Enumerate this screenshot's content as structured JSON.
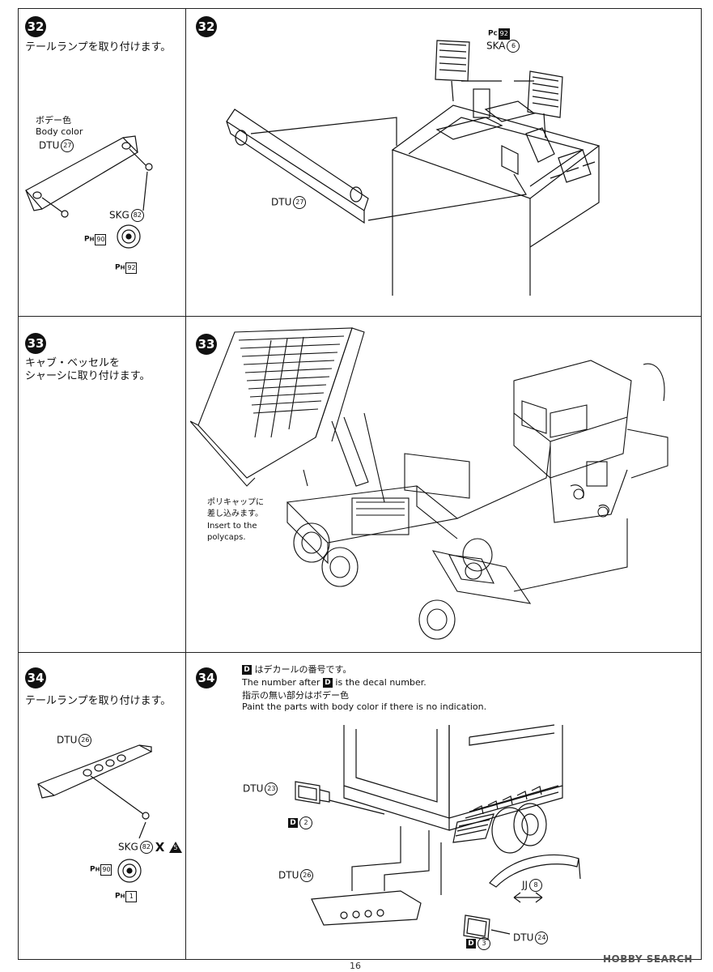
{
  "steps": [
    {
      "number": "32",
      "text": [
        "テールランプを取り付けます。"
      ]
    },
    {
      "number": "33",
      "text": [
        "キャブ・ベッセルを",
        "シャーシに取り付けます。"
      ]
    },
    {
      "number": "34",
      "text": [
        "テールランプを取り付けます。"
      ]
    }
  ],
  "step32": {
    "left": {
      "color_jp": "ボデー色",
      "color_en": "Body color",
      "part_main": "DTU",
      "part_main_no": "27",
      "part_lens": "SKG",
      "part_lens_no": "82",
      "ph1_label": "P",
      "ph1_sub": "H",
      "ph1_no": "90",
      "ph2_label": "P",
      "ph2_sub": "H",
      "ph2_no": "92"
    },
    "right": {
      "pc_label": "P",
      "pc_sub": "C",
      "pc_no": "92",
      "part_mud": "SKA",
      "part_mud_no": "6",
      "part_main": "DTU",
      "part_main_no": "27"
    }
  },
  "step33": {
    "note_jp": [
      "ポリキャップに",
      "差し込みます。"
    ],
    "note_en": [
      "Insert to the",
      "polycaps."
    ]
  },
  "step34": {
    "left": {
      "part_main": "DTU",
      "part_main_no": "26",
      "part_lens": "SKG",
      "part_lens_no": "82",
      "x_mark": "X",
      "tri_no": "5",
      "ph1_label": "P",
      "ph1_sub": "H",
      "ph1_no": "90",
      "ph2_label": "P",
      "ph2_sub": "H",
      "ph2_no": "1"
    },
    "right": {
      "decal_jp_suffix": "はデカールの番号です。",
      "decal_en_prefix": "The number after",
      "decal_en_suffix": "is the decal number.",
      "paint_jp": "指示の無い部分はボデー色",
      "paint_en": "Paint the parts with body color if there is no indication.",
      "d_letter": "D",
      "part_23": "DTU",
      "part_23_no": "23",
      "decal_2": "2",
      "part_26": "DTU",
      "part_26_no": "26",
      "part_24": "DTU",
      "part_24_no": "24",
      "decal_3": "3",
      "part_jj": "JJ",
      "part_jj_no": "8"
    }
  },
  "footer": {
    "page_number": "16",
    "watermark": "HOBBY SEARCH"
  }
}
